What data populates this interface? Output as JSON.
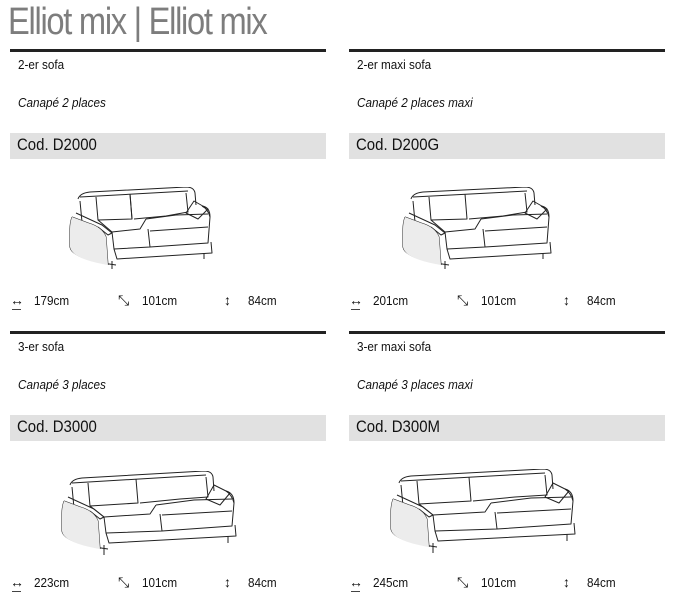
{
  "header": {
    "title": "Elliot mix | Elliot mix"
  },
  "products": [
    {
      "name_de": "2-er sofa",
      "name_fr": "Canapé 2 places",
      "code": "Cod. D2000",
      "seats": 2,
      "dimensions": {
        "width": "179cm",
        "depth": "101cm",
        "height": "84cm"
      }
    },
    {
      "name_de": "2-er maxi sofa",
      "name_fr": "Canapé 2 places maxi",
      "code": "Cod. D200G",
      "seats": 2,
      "dimensions": {
        "width": "201cm",
        "depth": "101cm",
        "height": "84cm"
      }
    },
    {
      "name_de": "3-er sofa",
      "name_fr": "Canapé 3 places",
      "code": "Cod. D3000",
      "seats": 3,
      "dimensions": {
        "width": "223cm",
        "depth": "101cm",
        "height": "84cm"
      }
    },
    {
      "name_de": "3-er maxi sofa",
      "name_fr": "Canapé 3 places maxi",
      "code": "Cod. D300M",
      "seats": 3,
      "dimensions": {
        "width": "245cm",
        "depth": "101cm",
        "height": "84cm"
      }
    }
  ],
  "icons": {
    "width": "↔",
    "depth": "⤡",
    "height": "↕"
  },
  "colors": {
    "title": "#7d7d7d",
    "rule": "#222222",
    "code_bg": "#e1e1e1"
  }
}
